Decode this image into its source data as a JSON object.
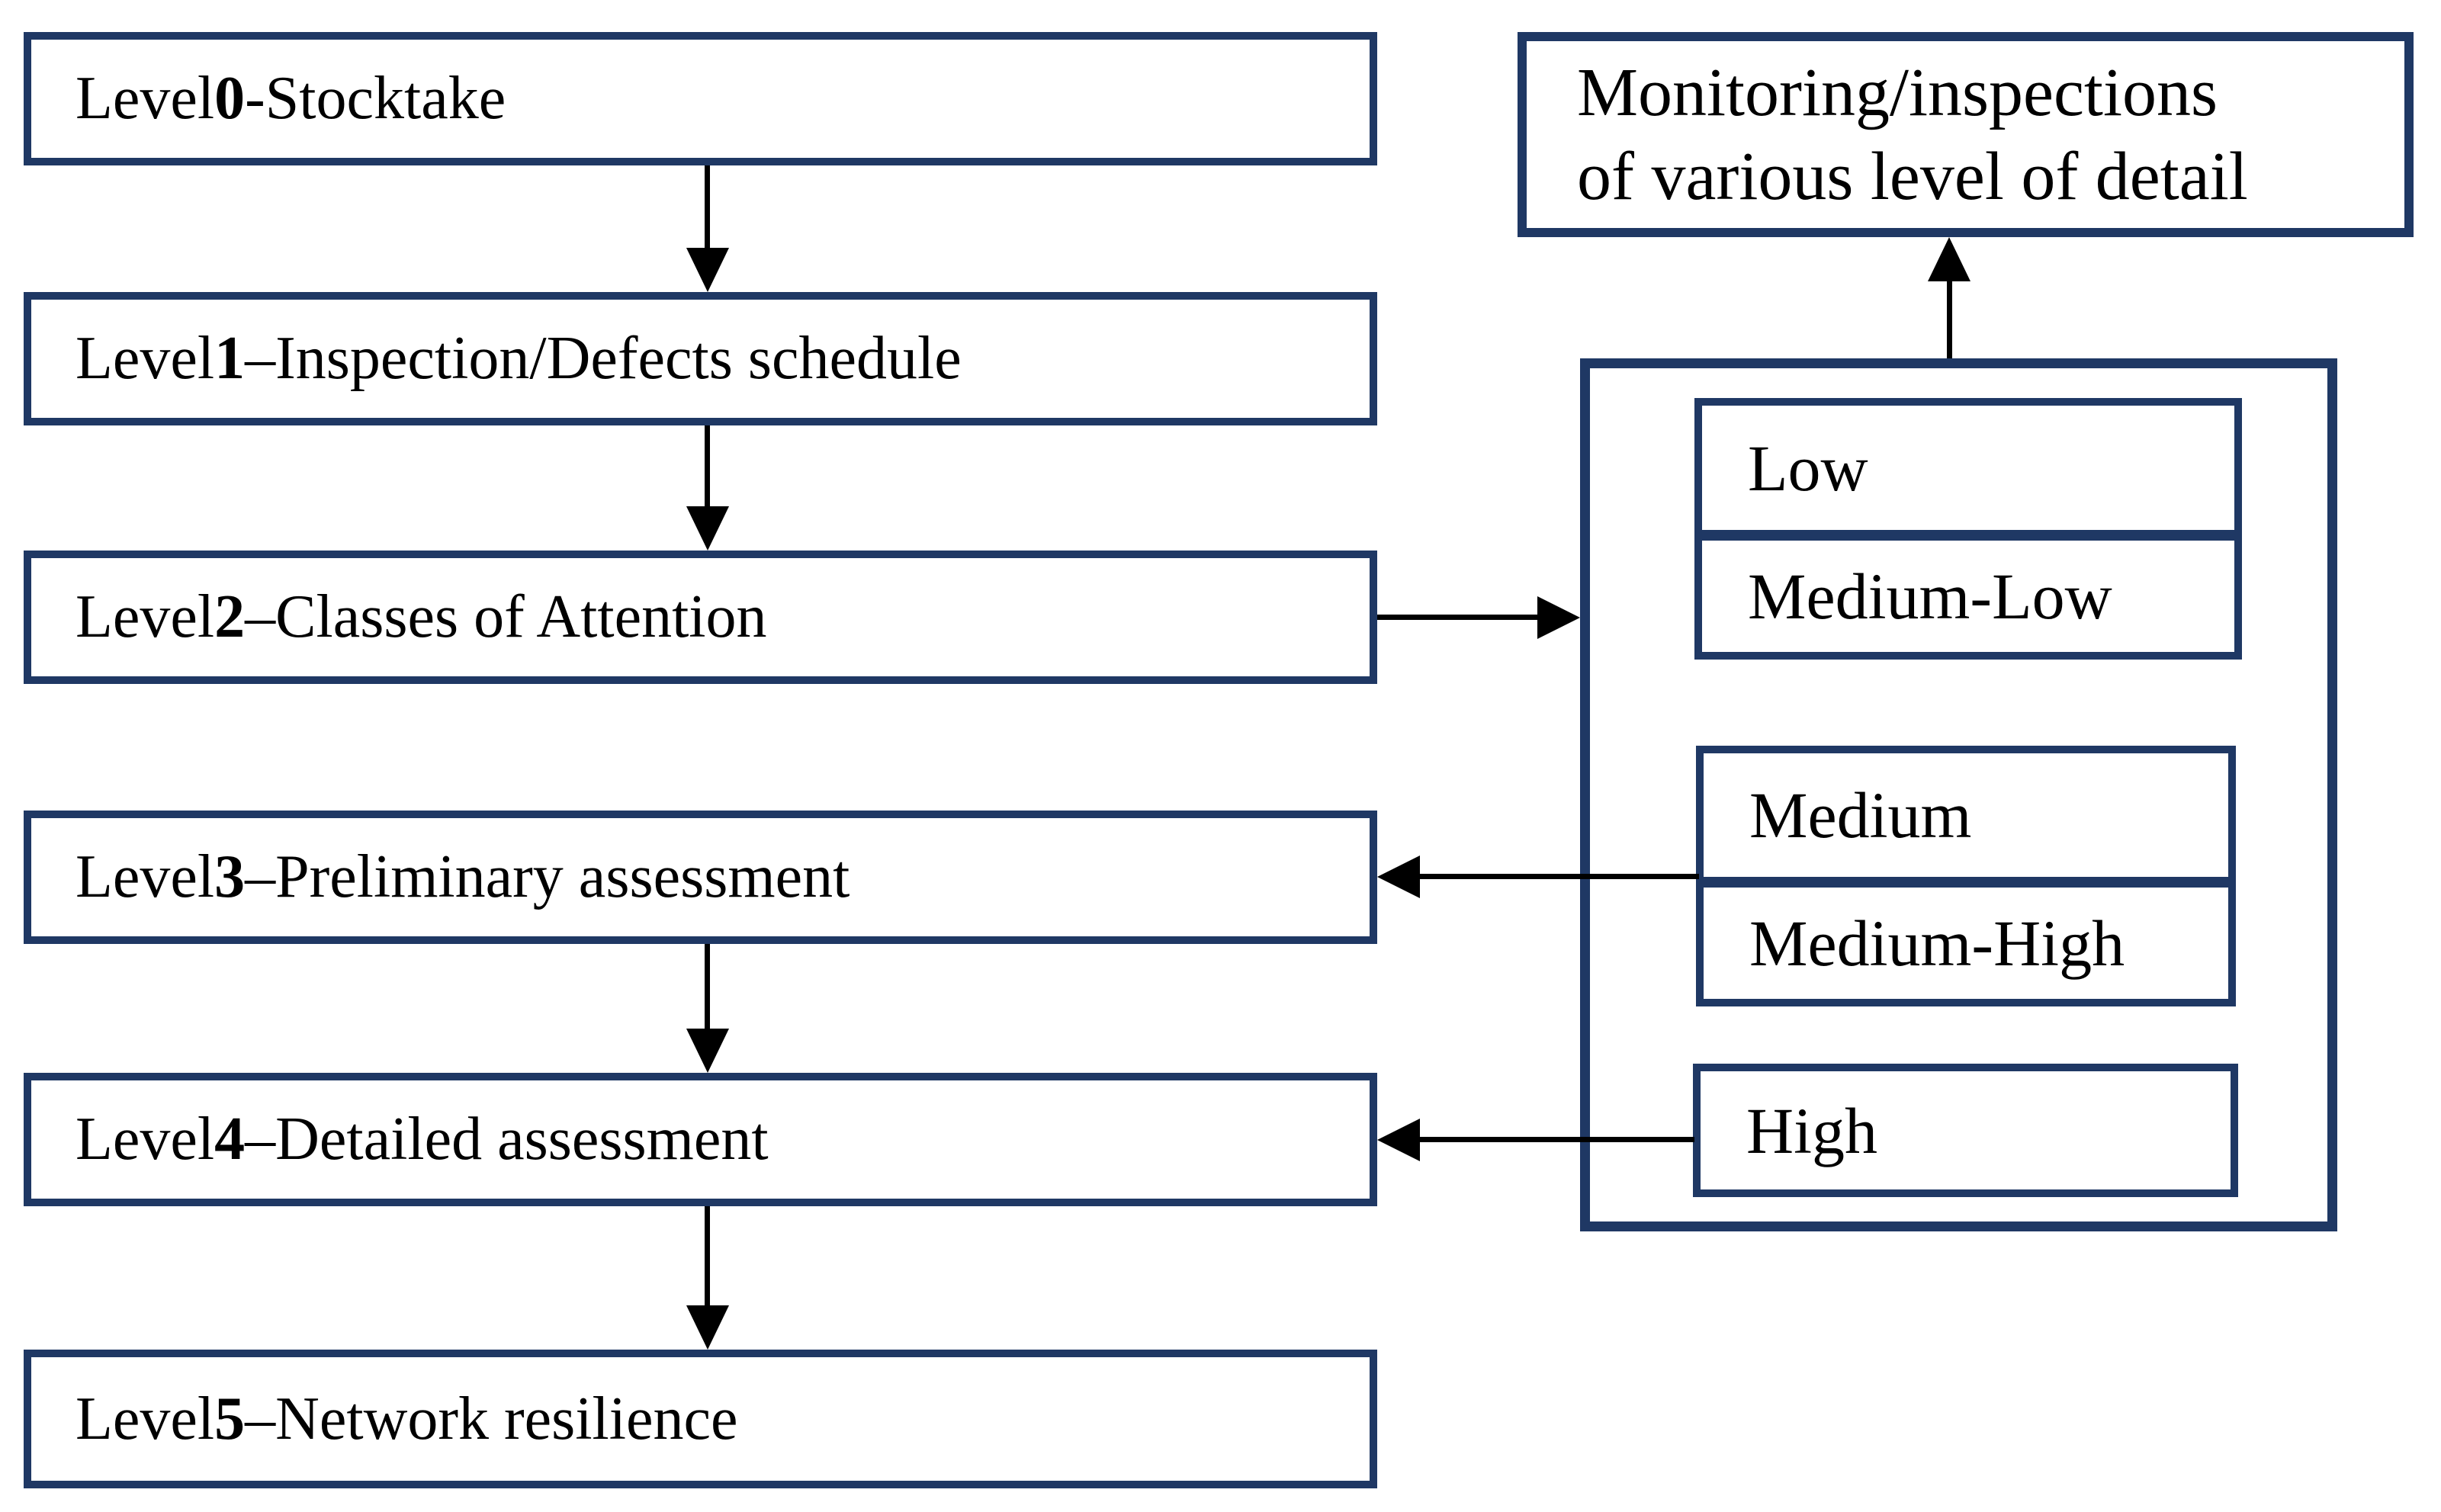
{
  "colors": {
    "box_border": "#1f3864",
    "arrow": "#000000",
    "background": "#ffffff",
    "text": "#000000"
  },
  "levels": [
    {
      "prefix": "Level",
      "number": "0",
      "separator": "-",
      "title": "Stocktake"
    },
    {
      "prefix": "Level",
      "number": "1",
      "separator": "–",
      "title": "Inspection/Defects schedule"
    },
    {
      "prefix": "Level",
      "number": "2",
      "separator": "–",
      "title": "Classes of Attention"
    },
    {
      "prefix": "Level",
      "number": "3",
      "separator": "–",
      "title": "Preliminary assessment"
    },
    {
      "prefix": "Level",
      "number": "4",
      "separator": "–",
      "title": "Detailed assessment"
    },
    {
      "prefix": "Level",
      "number": "5",
      "separator": "–",
      "title": "Network resilience"
    }
  ],
  "monitoring": {
    "line1": "Monitoring/inspections",
    "line2": "of various level of detail"
  },
  "attention_classes": {
    "low_group": {
      "items": [
        "Low",
        "Medium-Low"
      ]
    },
    "medium_group": {
      "items": [
        "Medium",
        "Medium-High"
      ]
    },
    "high_group": {
      "items": [
        "High"
      ]
    }
  }
}
